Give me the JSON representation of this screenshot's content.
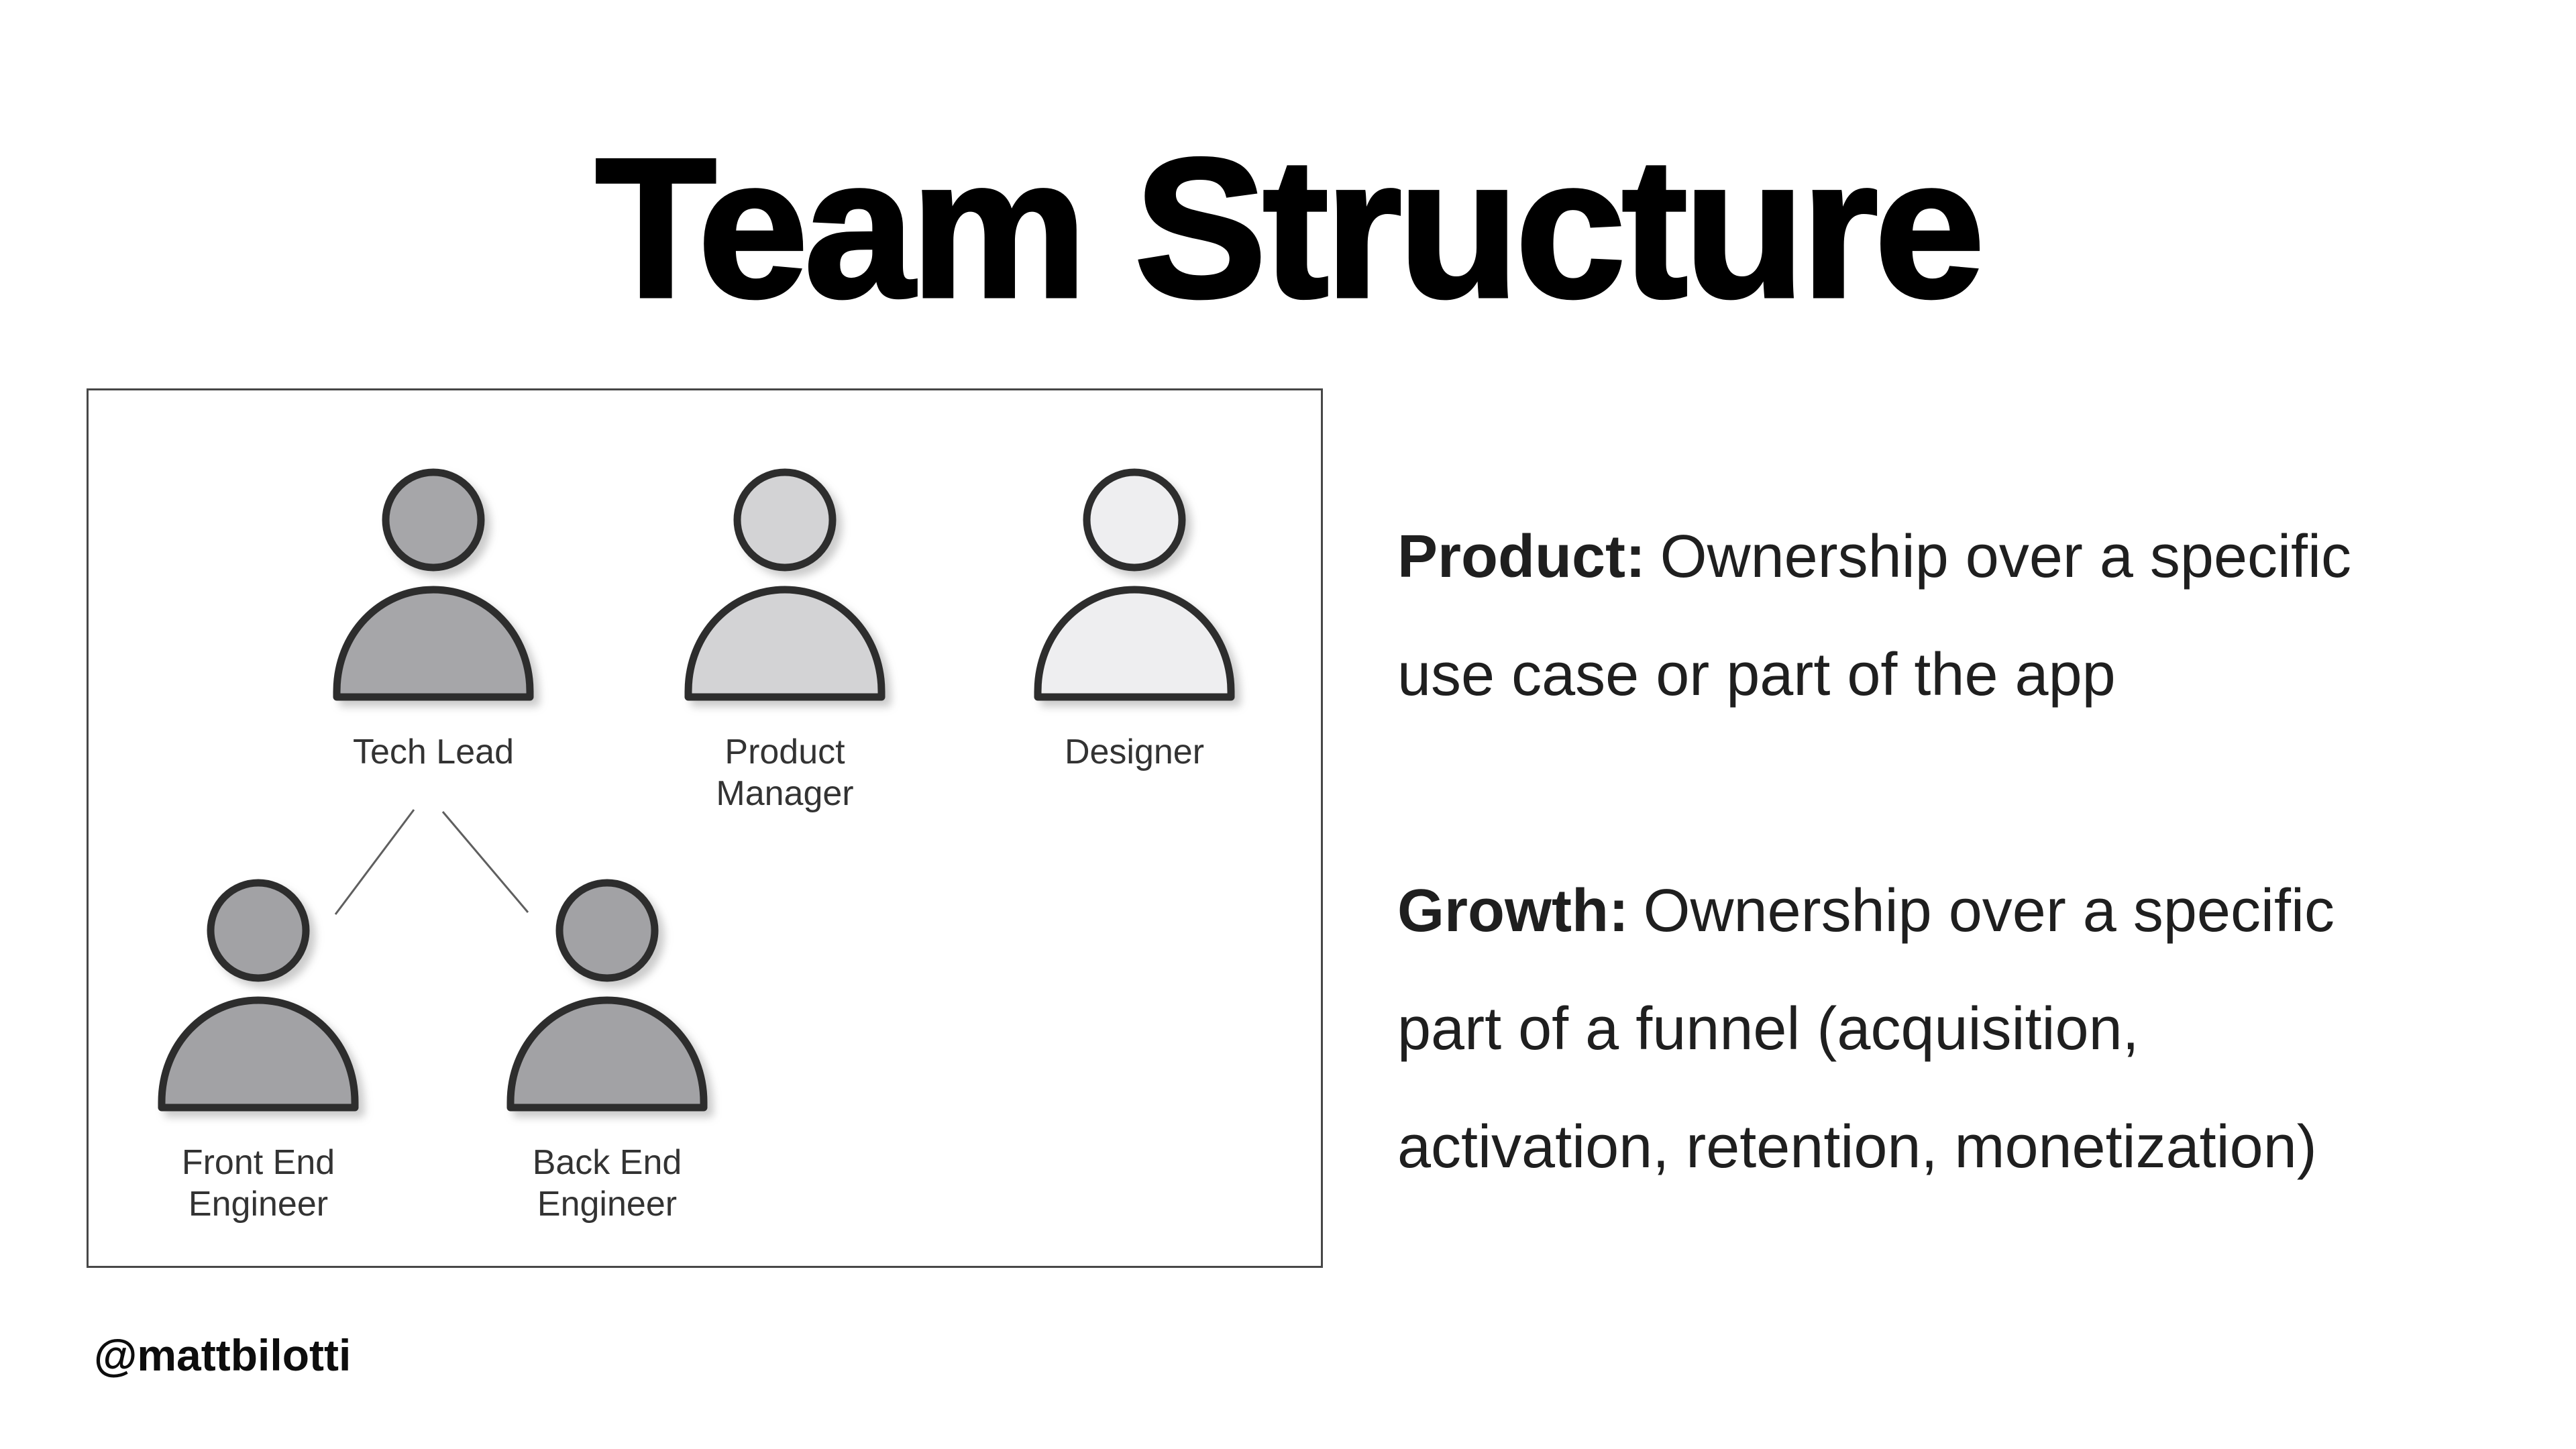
{
  "title": "Team Structure",
  "handle": "@mattbilotti",
  "colors": {
    "background": "#ffffff",
    "icon_outline": "#2d2d2d",
    "box_border": "#474747",
    "connector_line": "#5f5f5f",
    "label_text": "#333333",
    "body_text": "#1f1f1f"
  },
  "diagram": {
    "people": [
      {
        "id": "tech-lead",
        "label": "Tech Lead",
        "fill": "#a6a6a9"
      },
      {
        "id": "product-manager",
        "label": "Product Manager",
        "fill": "#d3d3d5"
      },
      {
        "id": "designer",
        "label": "Designer",
        "fill": "#eeeef0"
      },
      {
        "id": "front-end-engineer",
        "label": "Front End\nEngineer",
        "fill": "#a2a2a5"
      },
      {
        "id": "back-end-engineer",
        "label": "Back End\nEngineer",
        "fill": "#a2a2a5"
      }
    ],
    "connections": [
      {
        "from": "tech-lead",
        "to": "front-end-engineer"
      },
      {
        "from": "tech-lead",
        "to": "back-end-engineer"
      }
    ]
  },
  "right_panel": {
    "paragraphs": [
      {
        "label": "Product:",
        "rest": "Ownership over a specific",
        "line2": "use case or part of the app"
      },
      {
        "label": "Growth:",
        "rest": "Ownership over a specific",
        "line2": "part of a funnel (acquisition,",
        "line3": "activation, retention, monetization)"
      }
    ]
  }
}
